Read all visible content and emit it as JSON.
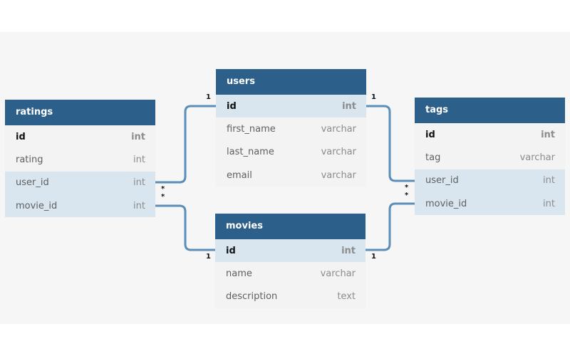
{
  "tables": {
    "users": {
      "name": "users",
      "columns": [
        {
          "name": "id",
          "type": "int"
        },
        {
          "name": "first_name",
          "type": "varchar"
        },
        {
          "name": "last_name",
          "type": "varchar"
        },
        {
          "name": "email",
          "type": "varchar"
        }
      ]
    },
    "ratings": {
      "name": "ratings",
      "columns": [
        {
          "name": "id",
          "type": "int"
        },
        {
          "name": "rating",
          "type": "int"
        },
        {
          "name": "user_id",
          "type": "int"
        },
        {
          "name": "movie_id",
          "type": "int"
        }
      ]
    },
    "tags": {
      "name": "tags",
      "columns": [
        {
          "name": "id",
          "type": "int"
        },
        {
          "name": "tag",
          "type": "varchar"
        },
        {
          "name": "user_id",
          "type": "int"
        },
        {
          "name": "movie_id",
          "type": "int"
        }
      ]
    },
    "movies": {
      "name": "movies",
      "columns": [
        {
          "name": "id",
          "type": "int"
        },
        {
          "name": "name",
          "type": "varchar"
        },
        {
          "name": "description",
          "type": "text"
        }
      ]
    }
  },
  "cardinality": {
    "one": "1",
    "many": "*"
  },
  "colors": {
    "header": "#2d5f8b",
    "highlight_row": "#d9e6ef",
    "link": "#5b8fb9"
  }
}
